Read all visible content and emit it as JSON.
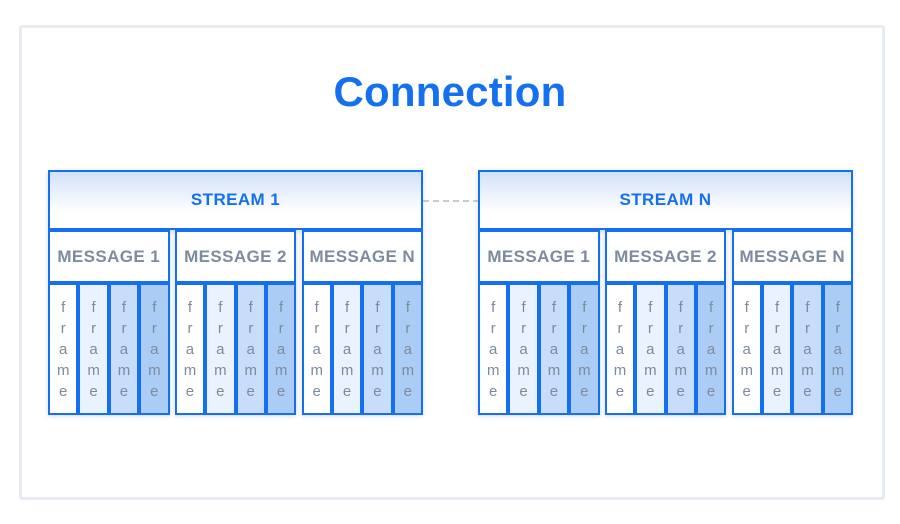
{
  "title": "Connection",
  "colors": {
    "accent": "#1570f0",
    "outer_frame_border": "#e7ecf2",
    "label_gray": "#7d8b9e",
    "stream_gradient_top": "#d3e2f8",
    "stream_gradient_bottom": "#ffffff",
    "connector_dash": "#c7ccd2",
    "frame_fills": [
      "#ffffff",
      "#eaf2fd",
      "#c7ddf9",
      "#abcdf5"
    ]
  },
  "connector": {
    "style": "dashed"
  },
  "frame_label": "f\nr\na\nm\ne",
  "streams": [
    {
      "label": "STREAM 1",
      "messages": [
        {
          "label": "MESSAGE 1"
        },
        {
          "label": "MESSAGE 2"
        },
        {
          "label": "MESSAGE N"
        }
      ]
    },
    {
      "label": "STREAM N",
      "messages": [
        {
          "label": "MESSAGE 1"
        },
        {
          "label": "MESSAGE 2"
        },
        {
          "label": "MESSAGE N"
        }
      ]
    }
  ]
}
